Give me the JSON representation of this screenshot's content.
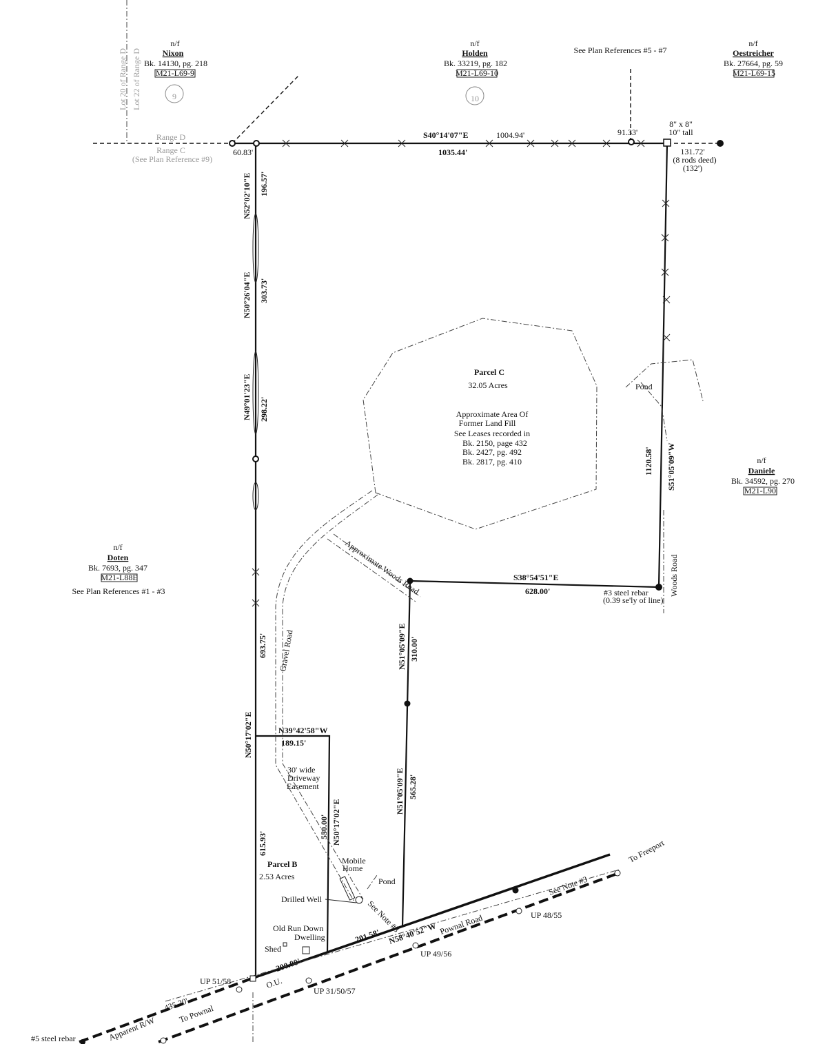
{
  "lots": {
    "lot20": "Lot 20 of Range D",
    "lot22": "Lot 22 of Range D",
    "range_d": "Range D",
    "range_c": "Range C",
    "plan_ref9": "(See Plan Reference #9)"
  },
  "abutters": {
    "nixon": {
      "nf": "n/f",
      "name": "Nixon",
      "book": "Bk. 14130,  pg. 218",
      "map": "M21-L69-9",
      "num": "9"
    },
    "holden": {
      "nf": "n/f",
      "name": "Holden",
      "book": "Bk. 33219,  pg. 182",
      "map": "M21-L69-10",
      "num": "10"
    },
    "oestreicher": {
      "nf": "n/f",
      "name": "Oestreicher",
      "book": "Bk. 27664,  pg. 59",
      "map": "M21-L69-15"
    },
    "daniele": {
      "nf": "n/f",
      "name": "Daniele",
      "book": "Bk. 34592,  pg. 270",
      "map": "M21-L90"
    },
    "doten": {
      "nf": "n/f",
      "name": "Doten",
      "book": "Bk. 7693,  pg. 347",
      "map": "M21-L88E",
      "refs": "See Plan References #1 - #3"
    }
  },
  "refs57": "See Plan References #5 - #7",
  "bounds": {
    "top_bearing": "S40°14'07\"E",
    "top_dist": "1004.94'",
    "top_total": "1035.44'",
    "d6083": "60.83'",
    "d9133": "91.33'",
    "post": "8\" x 8\"",
    "post2": "10\" tall",
    "d13172": "131.72'",
    "rods": "(8 rods deed)",
    "d132": "(132')",
    "l1_bearing": "N52°02'10\"E",
    "l1_dist": "196.57'",
    "l2_bearing": "N50°26'04\"E",
    "l2_dist": "303.73'",
    "l3_bearing": "N49°01'23\"E",
    "l3_dist": "298.22'",
    "l4_dist": "693.75'",
    "l4_bearing": "N50°17'02\"E",
    "right_dist": "1120.58'",
    "right_bearing": "S51°05'09\"W",
    "c_south_bearing": "S38°54'51\"E",
    "c_south_dist": "628.00'",
    "rebar3": "#3 steel rebar",
    "rebar3_note": "(0.39 se'ly of line)",
    "inner1_bearing": "N51°05'09\"E",
    "inner1_dist": "310.00'",
    "inner2_bearing": "N51°05'09\"E",
    "inner2_dist": "565.28'",
    "b_top_bearing": "N39°42'58\"W",
    "b_top_dist": "189.15'",
    "b_left_dist": "615.93'",
    "b_right_dist": "550.00'",
    "b_right_bearing": "N50°17'02\"E",
    "road_d1": "200.00'",
    "road_d2": "201.58'",
    "road_bearing": "N58°40'52\"W",
    "road_d3": "435.20'",
    "rebar5": "#5 steel rebar"
  },
  "parcel_c": {
    "name": "Parcel C",
    "area": "32.05 Acres",
    "note": [
      "Approximate Area Of",
      "Former Land Fill",
      "See Leases recorded in",
      "Bk. 2150, page 432",
      "Bk. 2427, pg. 492",
      "Bk. 2817, pg. 410"
    ]
  },
  "parcel_b": {
    "name": "Parcel B",
    "area": "2.53 Acres"
  },
  "features": {
    "pond": "Pond",
    "pond2": "Pond",
    "woods_road": "Woods Road",
    "approx_woods": "Approximate Woods Road",
    "gravel": "Gravel Road",
    "easement": [
      "30' wide",
      "Driveway",
      "Easement"
    ],
    "mobile": [
      "Mobile",
      "Home"
    ],
    "well": "Drilled Well",
    "dwelling": [
      "Old Run Down",
      "Dwelling"
    ],
    "shed": "Shed",
    "note3a": "See Note #3",
    "note3b": "See Note #3",
    "road": "Pownal  Road",
    "to_freeport": "To Freeport",
    "to_pownal": "To Pownal",
    "apparent": "Apparent R/W",
    "up1": "UP 51/58",
    "up2": "UP 31/50/57",
    "up3": "UP 49/56",
    "up4": "UP 48/55",
    "ou": "O.U."
  }
}
